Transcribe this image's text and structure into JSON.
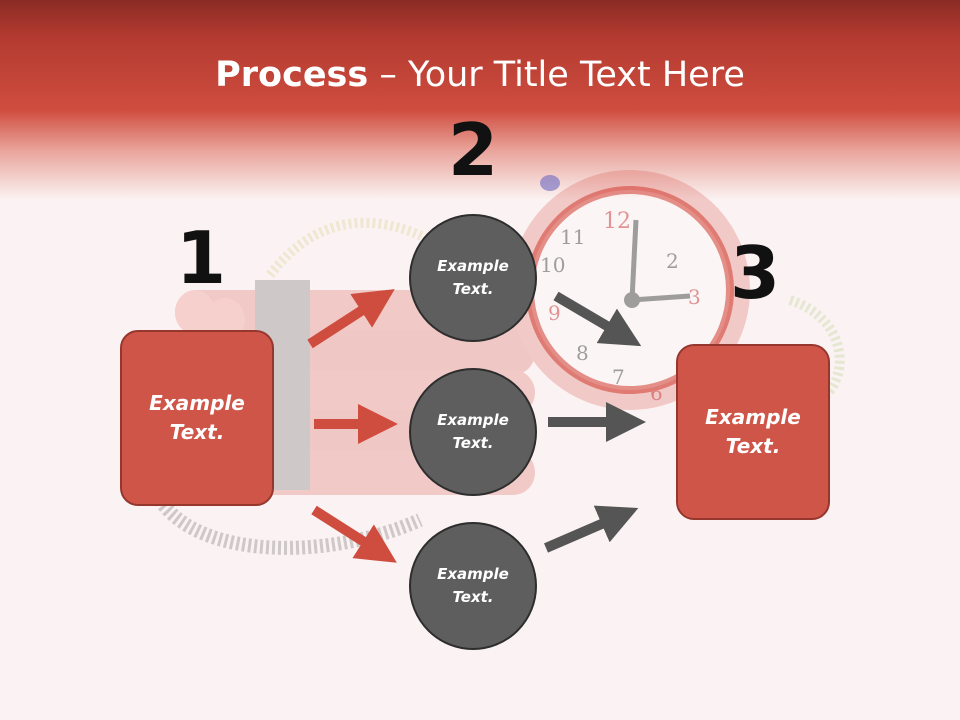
{
  "title": {
    "bold": "Process",
    "rest": " – Your Title Text Here"
  },
  "steps": {
    "n1": "1",
    "n2": "2",
    "n3": "3"
  },
  "boxes": {
    "left": {
      "line1": "Example",
      "line2": "Text."
    },
    "right": {
      "line1": "Example",
      "line2": "Text."
    }
  },
  "circles": [
    {
      "line1": "Example",
      "line2": "Text."
    },
    {
      "line1": "Example",
      "line2": "Text."
    },
    {
      "line1": "Example",
      "line2": "Text."
    }
  ],
  "colors": {
    "red_arrow": "#cf4d3f",
    "gray_arrow": "#555555",
    "box_fill": "#cf5549",
    "circle_fill": "#5e5e5e"
  },
  "background_image": "dynamite-bomb-with-alarm-clock"
}
